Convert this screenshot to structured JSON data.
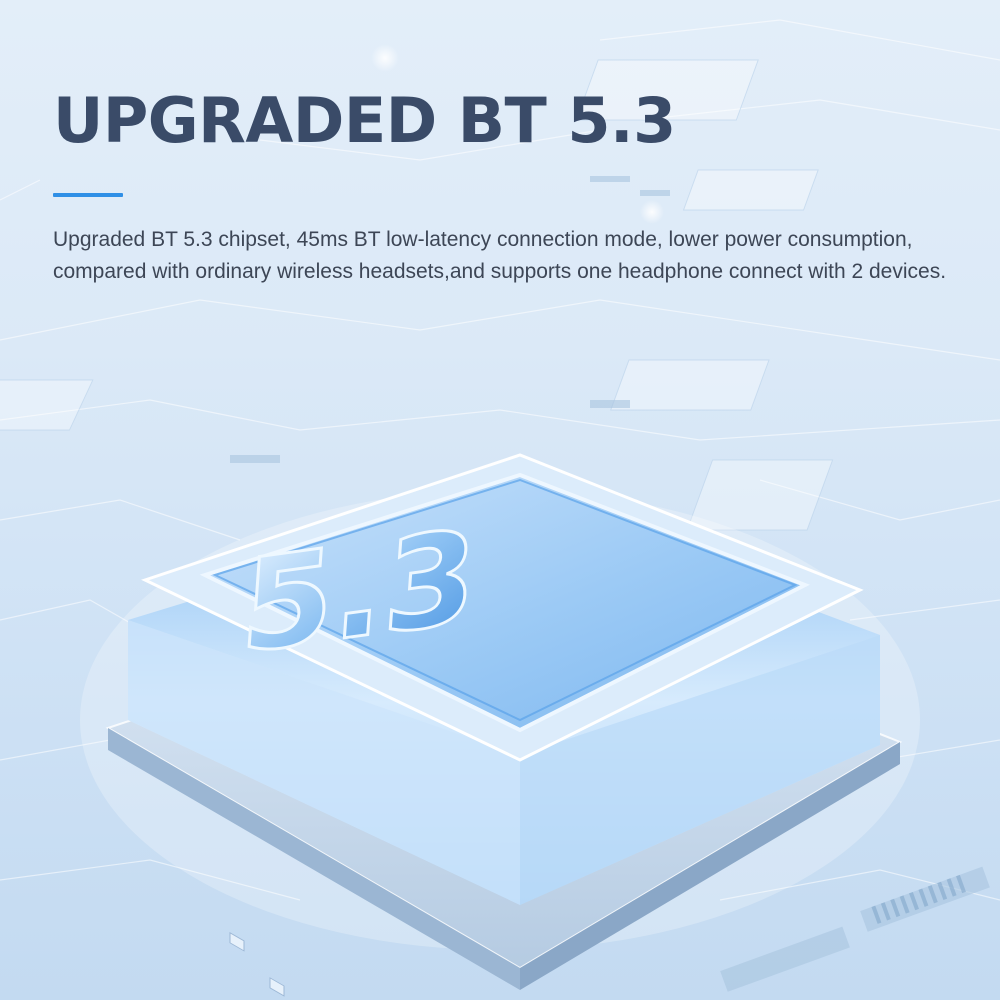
{
  "headline": {
    "title": "UPGRADED BT 5.3",
    "accent_color": "#2f8fe6"
  },
  "description": "Upgraded BT 5.3 chipset, 45ms BT low-latency connection mode, lower power consumption, compared with ordinary wireless headsets,and supports one headphone connect with 2 devices.",
  "chip": {
    "version_label": "5.3",
    "glow_color": "#6fb1f2"
  },
  "colors": {
    "title": "#3a4b68",
    "body_text": "#3d4656",
    "background_light": "#e3eef9",
    "background_dark": "#c3daf1"
  }
}
